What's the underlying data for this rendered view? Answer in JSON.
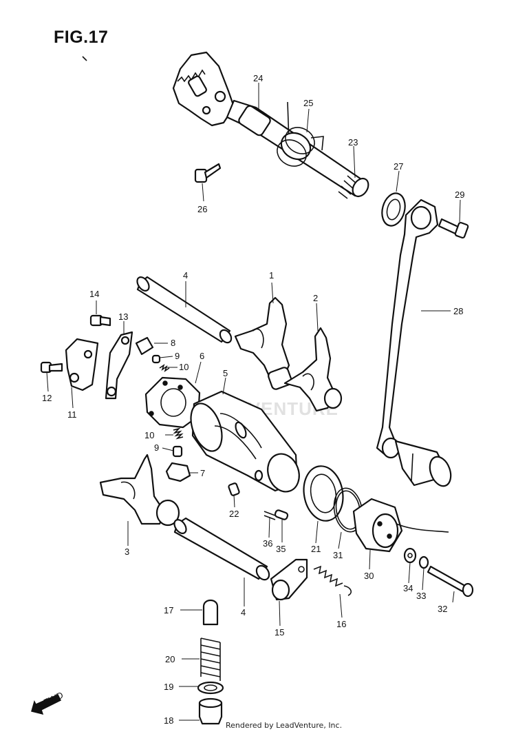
{
  "title": "FIG.17",
  "credit": "Rendered by LeadVenture, Inc.",
  "watermark": "LEADVENTURE",
  "fwd_marker": "FWD",
  "callouts": [
    {
      "id": "c1",
      "label": "1"
    },
    {
      "id": "c2",
      "label": "2"
    },
    {
      "id": "c3",
      "label": "3"
    },
    {
      "id": "c4a",
      "label": "4"
    },
    {
      "id": "c4b",
      "label": "4"
    },
    {
      "id": "c5",
      "label": "5"
    },
    {
      "id": "c6",
      "label": "6"
    },
    {
      "id": "c7",
      "label": "7"
    },
    {
      "id": "c8",
      "label": "8"
    },
    {
      "id": "c9a",
      "label": "9"
    },
    {
      "id": "c9b",
      "label": "9"
    },
    {
      "id": "c10a",
      "label": "10"
    },
    {
      "id": "c10b",
      "label": "10"
    },
    {
      "id": "c11",
      "label": "11"
    },
    {
      "id": "c12",
      "label": "12"
    },
    {
      "id": "c13",
      "label": "13"
    },
    {
      "id": "c14",
      "label": "14"
    },
    {
      "id": "c15",
      "label": "15"
    },
    {
      "id": "c16",
      "label": "16"
    },
    {
      "id": "c17",
      "label": "17"
    },
    {
      "id": "c18",
      "label": "18"
    },
    {
      "id": "c19",
      "label": "19"
    },
    {
      "id": "c20",
      "label": "20"
    },
    {
      "id": "c21",
      "label": "21"
    },
    {
      "id": "c22",
      "label": "22"
    },
    {
      "id": "c23",
      "label": "23"
    },
    {
      "id": "c24",
      "label": "24"
    },
    {
      "id": "c25",
      "label": "25"
    },
    {
      "id": "c26",
      "label": "26"
    },
    {
      "id": "c27",
      "label": "27"
    },
    {
      "id": "c28",
      "label": "28"
    },
    {
      "id": "c29",
      "label": "29"
    },
    {
      "id": "c30",
      "label": "30"
    },
    {
      "id": "c31",
      "label": "31"
    },
    {
      "id": "c32",
      "label": "32"
    },
    {
      "id": "c33",
      "label": "33"
    },
    {
      "id": "c34",
      "label": "34"
    },
    {
      "id": "c35",
      "label": "35"
    },
    {
      "id": "c36",
      "label": "36"
    }
  ]
}
